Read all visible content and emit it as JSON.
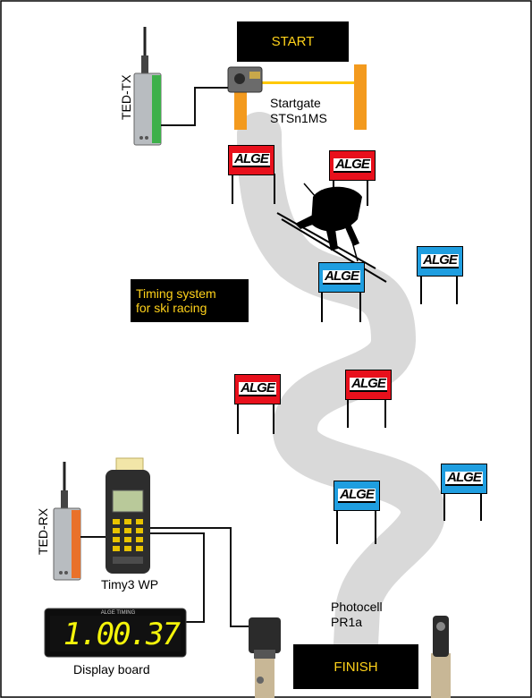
{
  "diagram": {
    "start_label": "START",
    "finish_label": "FINISH",
    "caption_box": {
      "line1": "Timing system",
      "line2": "for ski racing"
    },
    "startgate": {
      "line1": "Startgate",
      "line2": "STSn1MS"
    },
    "photocell": {
      "line1": "Photocell",
      "line2": "PR1a"
    },
    "ted_tx_label": "TED-TX",
    "ted_rx_label": "TED-RX",
    "timy_label": "Timy3 WP",
    "display_label": "Display board",
    "display_value": "1.00.37",
    "display_brand": "ALGE TIMING",
    "gate_logo": "ALGE",
    "colors": {
      "red_gate": "#e8101c",
      "blue_gate": "#1f9ee0",
      "box_text": "#ffd21a",
      "post_orange": "#f39a1e",
      "track": "#d9d9d9"
    }
  }
}
